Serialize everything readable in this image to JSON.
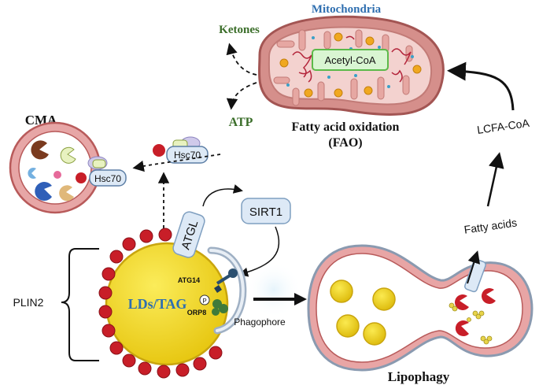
{
  "labels": {
    "mitochondria": "Mitochondria",
    "ketones": "Ketones",
    "acetyl_coa": "Acetyl-CoA",
    "atp": "ATP",
    "fao_line1": "Fatty acid oxidation",
    "fao_line2": "(FAO)",
    "lcfa_coa": "LCFA-CoA",
    "cma": "CMA",
    "hsc70_cytosol": "Hsc70",
    "hsc70_lysosome": "Hsc70",
    "sirt1": "SIRT1",
    "atgl": "ATGL",
    "fatty_acids": "Fatty acids",
    "atg14": "ATG14",
    "phospho": "P",
    "orp8": "ORP8",
    "lds_tag": "LDs/TAG",
    "phagophore": "Phagophore",
    "plin2": "PLIN2",
    "lipophagy": "Lipophagy"
  },
  "colors": {
    "mito_outer": "#c97c7a",
    "mito_fill": "#e8b4b0",
    "mito_inner": "#f3d2cf",
    "lipid_drop": "#f2d81c",
    "lipid_edge": "#c9a50e",
    "plin2_red": "#c81e28",
    "lysosome_ring": "#e8a5a5",
    "vesicle_edge": "#7b8ea8",
    "box_fill": "#dde9f6",
    "box_edge": "#7f9fc0",
    "green_text": "#3b6e2a",
    "blue_title": "#2f6fb0",
    "acetyl_green": "#7fcf6f"
  }
}
